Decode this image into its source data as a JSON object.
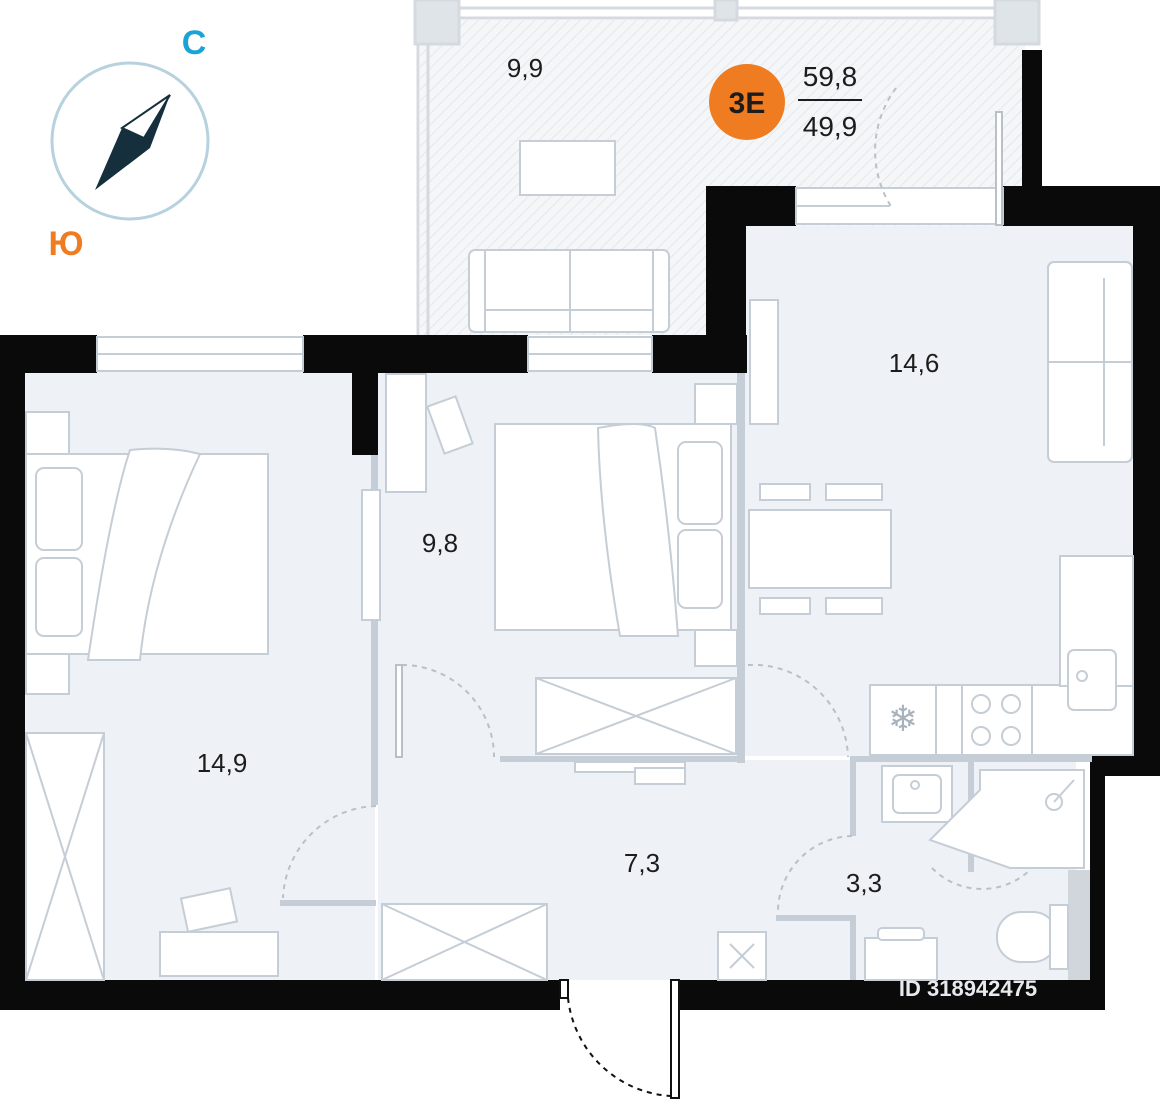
{
  "apartment": {
    "type_badge": "3E",
    "total_area": "59,8",
    "living_area": "49,9",
    "badge_color": "#f07c22"
  },
  "compass": {
    "north_label": "С",
    "south_label": "Ю",
    "north_color": "#1aa3d4",
    "south_color": "#f07c22",
    "needle_color": "#15303c"
  },
  "rooms": {
    "balcony": "9,9",
    "bedroom_left": "14,9",
    "bedroom_middle": "9,8",
    "kitchen_living": "14,6",
    "hallway": "7,3",
    "bathroom": "3,3"
  },
  "watermark": "ID 318942475",
  "colors": {
    "wall": "#0a0a0a",
    "room_fill": "#eef2f6",
    "furniture_stroke": "#c5cdd6",
    "window_frame": "#d4dae0"
  }
}
